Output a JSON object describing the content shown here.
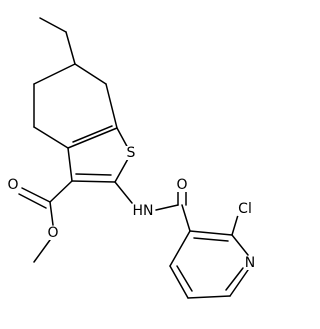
{
  "molecule": {
    "atoms": {
      "sulfur": "S",
      "nitrogen_amide": "HN",
      "oxygen_amide": "O",
      "chlorine": "Cl",
      "nitrogen_pyridine": "N",
      "oxygen_carbonyl": "O",
      "oxygen_ester": "O"
    }
  }
}
